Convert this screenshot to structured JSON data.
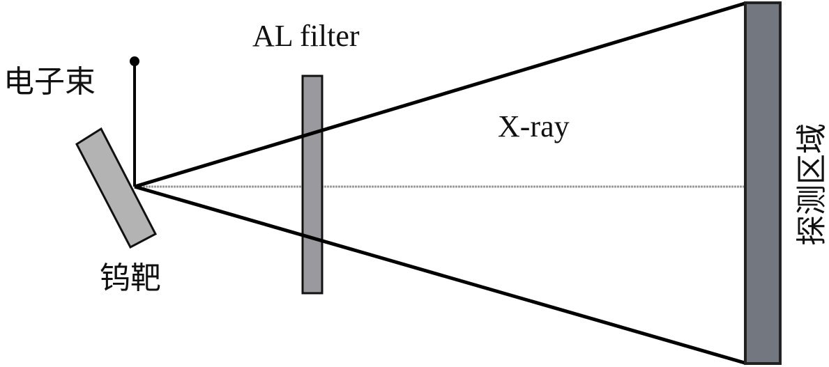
{
  "labels": {
    "electron_beam": "电子束",
    "tungsten_target": "钨靶",
    "filter": "AL filter",
    "xray": "X-ray",
    "detection_region": "探测区域"
  },
  "colors": {
    "target_fill": "#b3b3b3",
    "filter_fill": "#9a9a9e",
    "detector_fill": "#737780",
    "beam_line": "#000000",
    "axis_line": "#999999"
  }
}
